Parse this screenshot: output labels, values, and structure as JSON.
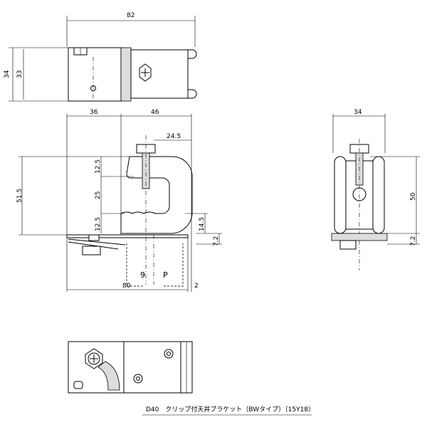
{
  "top_view": {
    "width": "82",
    "height_outer": "34",
    "height_inner": "33"
  },
  "front_view": {
    "left_width": "36",
    "right_width": "46",
    "bolt_offset": "24.5",
    "upper_gap": "12.5",
    "jaw_opening": "25",
    "lower_gap": "12.5",
    "total_height": "51.5",
    "rail_height": "14.5",
    "rail_depth": "7.2",
    "base_length": "80",
    "thickness": "2"
  },
  "side_view": {
    "width": "34",
    "height": "50",
    "rail_depth": "7.2"
  },
  "caption": "D40　クリップ付天井ブラケット（BWタイプ）（15Y18）"
}
